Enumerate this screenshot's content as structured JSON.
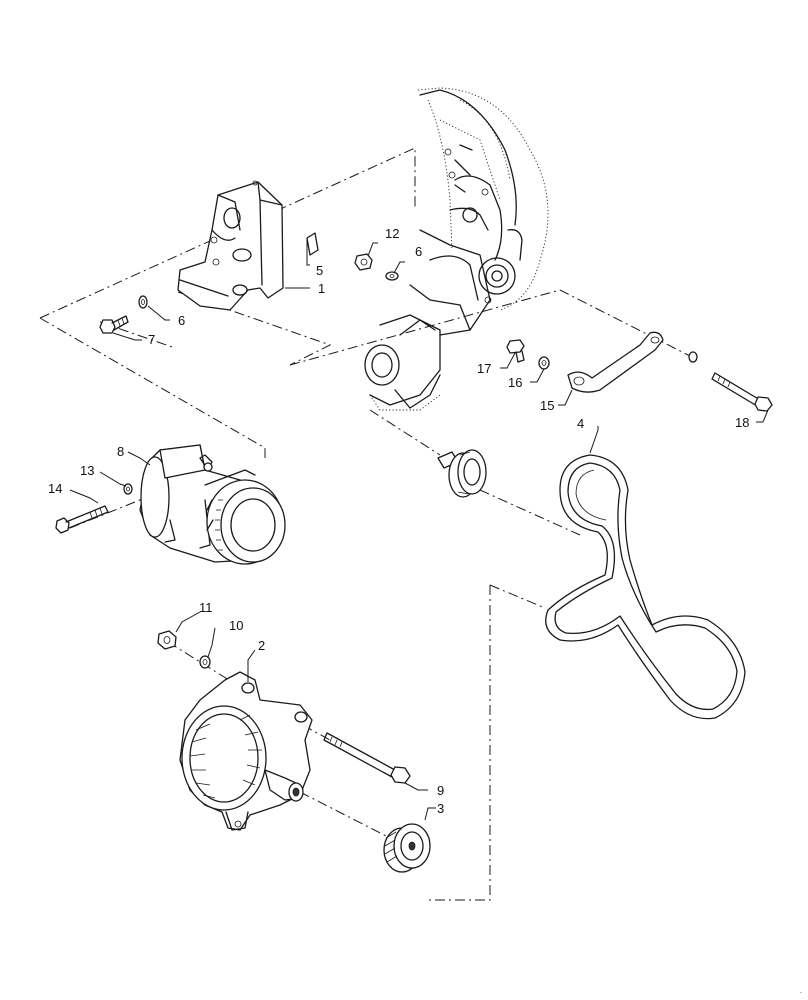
{
  "callouts": {
    "c1": "1",
    "c2": "2",
    "c3": "3",
    "c4": "4",
    "c5": "5",
    "c6a": "6",
    "c6b": "6",
    "c7": "7",
    "c8": "8",
    "c9": "9",
    "c10": "10",
    "c11": "11",
    "c12": "12",
    "c13": "13",
    "c14": "14",
    "c15": "15",
    "c16": "16",
    "c17": "17",
    "c18": "18"
  }
}
